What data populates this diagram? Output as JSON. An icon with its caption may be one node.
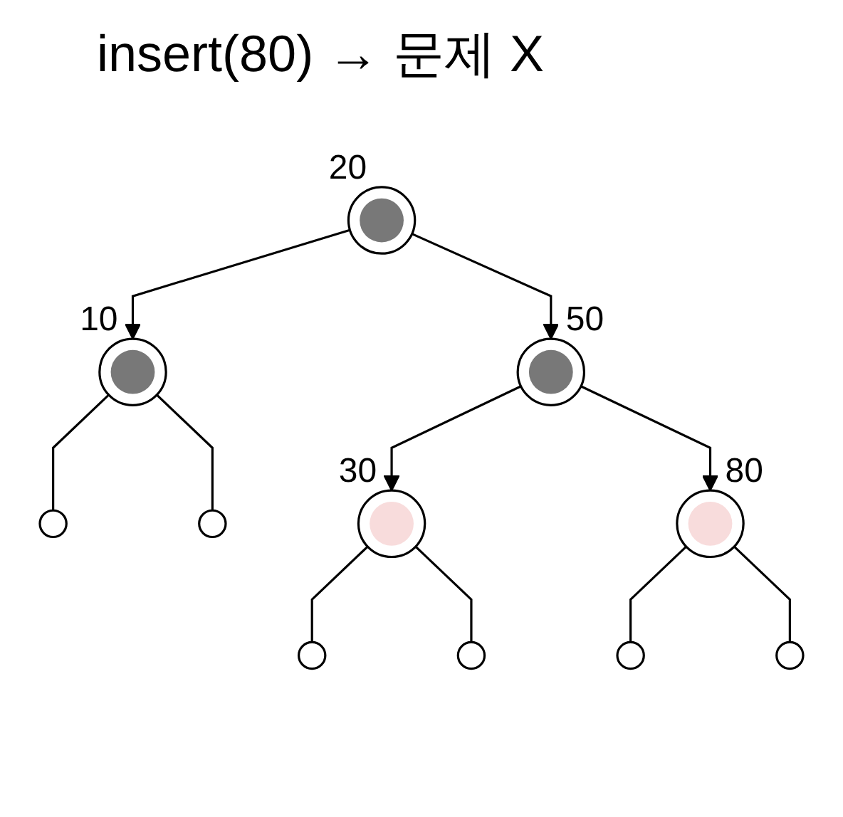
{
  "diagram": {
    "title": "insert(80) → 문제 X",
    "nodes": [
      {
        "text": [],
        "shape": "circle",
        "beside": [
          "20"
        ]
      },
      {
        "text": [],
        "shape": "circle",
        "beside": [
          "10"
        ]
      },
      {
        "text": [],
        "shape": "circle",
        "beside": [
          "50"
        ]
      },
      {
        "text": [],
        "shape": "circle"
      },
      {
        "text": [],
        "shape": "circle"
      },
      {
        "text": [],
        "shape": "circle",
        "beside": [
          "30"
        ]
      },
      {
        "text": [],
        "shape": "circle",
        "beside": [
          "80"
        ]
      },
      {
        "text": [],
        "shape": "circle"
      },
      {
        "text": [],
        "shape": "circle"
      },
      {
        "text": [],
        "shape": "circle"
      },
      {
        "text": [],
        "shape": "circle"
      }
    ],
    "edges": [
      {
        "from": 0,
        "to": 1,
        "arrow": "to"
      },
      {
        "from": 0,
        "to": 2,
        "arrow": "to"
      },
      {
        "from": 1,
        "to": 3,
        "arrow": "none"
      },
      {
        "from": 1,
        "to": 4,
        "arrow": "none"
      },
      {
        "from": 2,
        "to": 5,
        "arrow": "to"
      },
      {
        "from": 2,
        "to": 6,
        "arrow": "to"
      },
      {
        "from": 5,
        "to": 7,
        "arrow": "none"
      },
      {
        "from": 5,
        "to": 8,
        "arrow": "none"
      },
      {
        "from": 6,
        "to": 9,
        "arrow": "none"
      },
      {
        "from": 6,
        "to": 10,
        "arrow": "none"
      }
    ]
  }
}
